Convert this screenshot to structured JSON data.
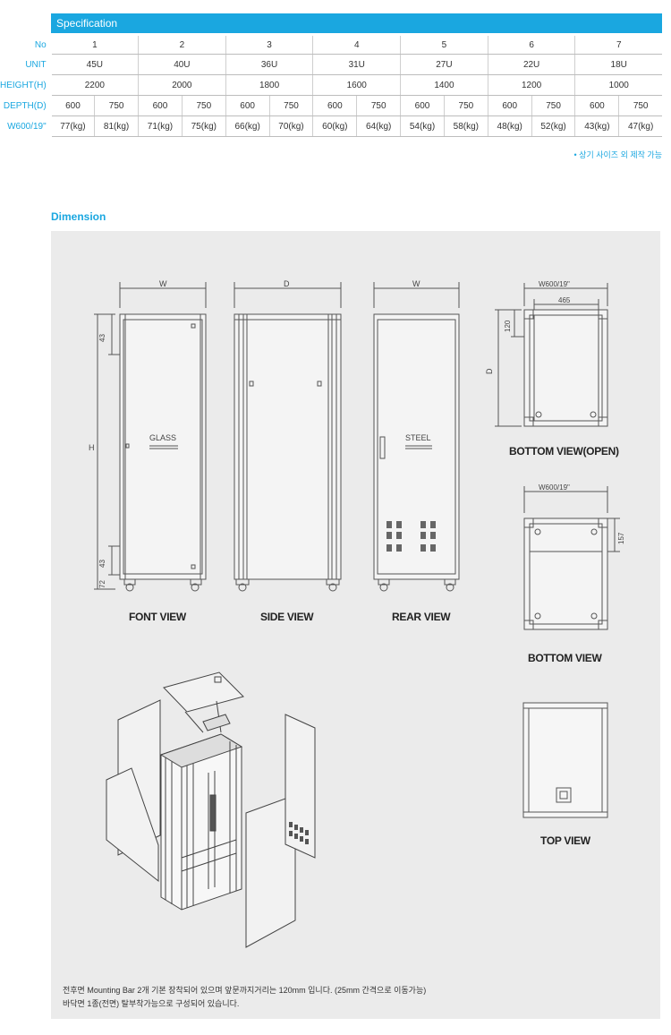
{
  "spec": {
    "title": "Specification",
    "rows": {
      "no": {
        "label": "No",
        "values": [
          "1",
          "2",
          "3",
          "4",
          "5",
          "6",
          "7"
        ]
      },
      "unit": {
        "label": "UNIT",
        "values": [
          "45U",
          "40U",
          "36U",
          "31U",
          "27U",
          "22U",
          "18U"
        ]
      },
      "height": {
        "label": "HEIGHT(H)",
        "values": [
          "2200",
          "2000",
          "1800",
          "1600",
          "1400",
          "1200",
          "1000"
        ]
      },
      "depth": {
        "label": "DEPTH(D)",
        "values": [
          "600",
          "750",
          "600",
          "750",
          "600",
          "750",
          "600",
          "750",
          "600",
          "750",
          "600",
          "750",
          "600",
          "750"
        ]
      },
      "weight": {
        "label": "W600/19\"",
        "values": [
          "77(kg)",
          "81(kg)",
          "71(kg)",
          "75(kg)",
          "66(kg)",
          "70(kg)",
          "60(kg)",
          "64(kg)",
          "54(kg)",
          "58(kg)",
          "48(kg)",
          "52(kg)",
          "43(kg)",
          "47(kg)"
        ]
      }
    },
    "note": "• 상기 사이즈 외 제작 가능"
  },
  "dimension": {
    "title": "Dimension",
    "labels": {
      "front_view": "FONT VIEW",
      "side_view": "SIDE VIEW",
      "rear_view": "REAR VIEW",
      "bottom_view_open": "BOTTOM VIEW(OPEN)",
      "bottom_view": "BOTTOM VIEW",
      "top_view": "TOP VIEW"
    },
    "marks": {
      "w": "W",
      "d": "D",
      "h": "H",
      "glass": "GLASS",
      "steel": "STEEL",
      "dim_43": "43",
      "dim_72": "72",
      "w600": "W600/19\"",
      "dim_465": "465",
      "dim_120": "120",
      "dim_157": "157"
    },
    "footnote": {
      "line1": "전후면 Mounting Bar 2개 기본 장착되어 있으며 앞문까지거리는 120mm 입니다. (25mm 간격으로 이동가능)",
      "line2": "바닥면 1종(전면) 탈부착가능으로 구성되어 있습니다."
    }
  }
}
